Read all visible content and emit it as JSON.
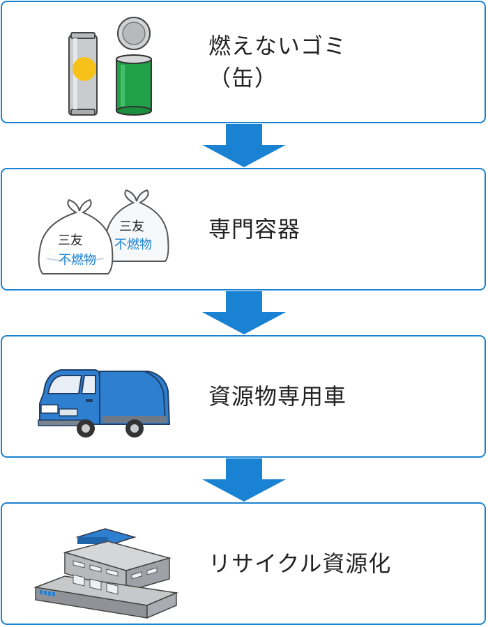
{
  "steps": [
    {
      "label_lines": [
        "燃えないゴミ",
        "（缶）"
      ],
      "icon": "cans-icon"
    },
    {
      "label_lines": [
        "専門容器"
      ],
      "icon": "garbage-bags-icon",
      "bag_text": {
        "brand": "三友",
        "type": "不燃物"
      }
    },
    {
      "label_lines": [
        "資源物専用車"
      ],
      "icon": "garbage-truck-icon"
    },
    {
      "label_lines": [
        "リサイクル資源化"
      ],
      "icon": "factory-icon"
    }
  ],
  "colors": {
    "border": "#1a82d2",
    "arrow": "#1a82d2",
    "accent_blue": "#2f7fd0",
    "can_green": "#21a24a",
    "can_yellow": "#f6c21a"
  }
}
